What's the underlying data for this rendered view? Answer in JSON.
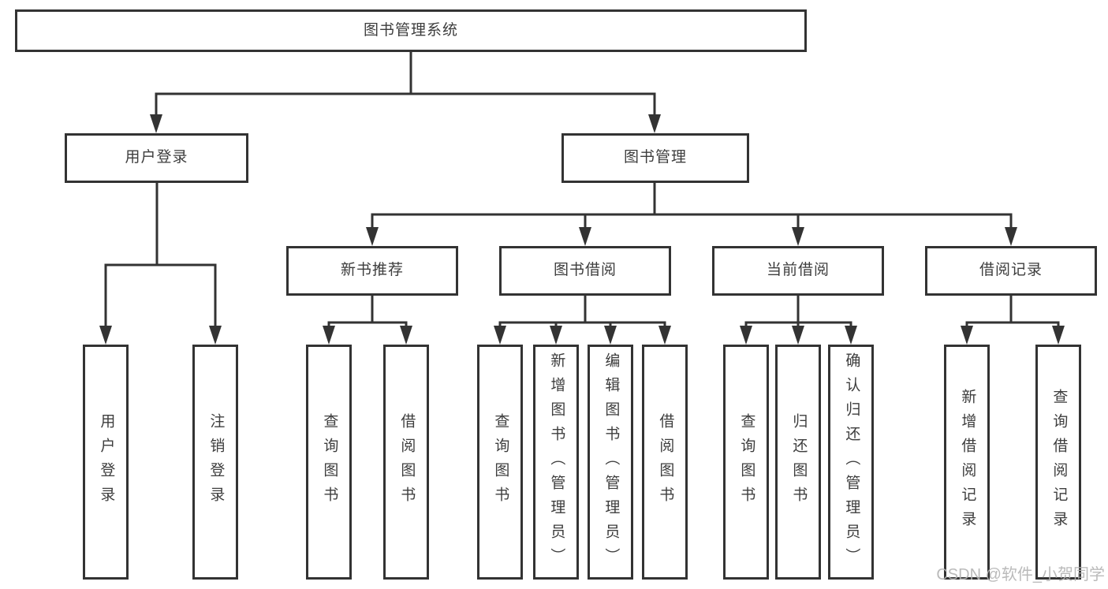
{
  "tree": {
    "label": "图书管理系统",
    "children": [
      {
        "label": "用户登录",
        "children": [
          {
            "label": "用户登录"
          },
          {
            "label": "注销登录"
          }
        ]
      },
      {
        "label": "图书管理",
        "children": [
          {
            "label": "新书推荐",
            "children": [
              {
                "label": "查询图书"
              },
              {
                "label": "借阅图书"
              }
            ]
          },
          {
            "label": "图书借阅",
            "children": [
              {
                "label": "查询图书"
              },
              {
                "label": "新增图书（管理员）"
              },
              {
                "label": "编辑图书（管理员）"
              },
              {
                "label": "借阅图书"
              }
            ]
          },
          {
            "label": "当前借阅",
            "children": [
              {
                "label": "查询图书"
              },
              {
                "label": "归还图书"
              },
              {
                "label": "确认归还（管理员）"
              }
            ]
          },
          {
            "label": "借阅记录",
            "children": [
              {
                "label": "新增借阅记录"
              },
              {
                "label": "查询借阅记录"
              }
            ]
          }
        ]
      }
    ]
  },
  "watermark": {
    "text": "CSDN @软件_小贺同学"
  },
  "colors": {
    "line": "#333333",
    "text": "#3d3d3d",
    "background": "#ffffff",
    "watermark": "#b3b3b3"
  }
}
